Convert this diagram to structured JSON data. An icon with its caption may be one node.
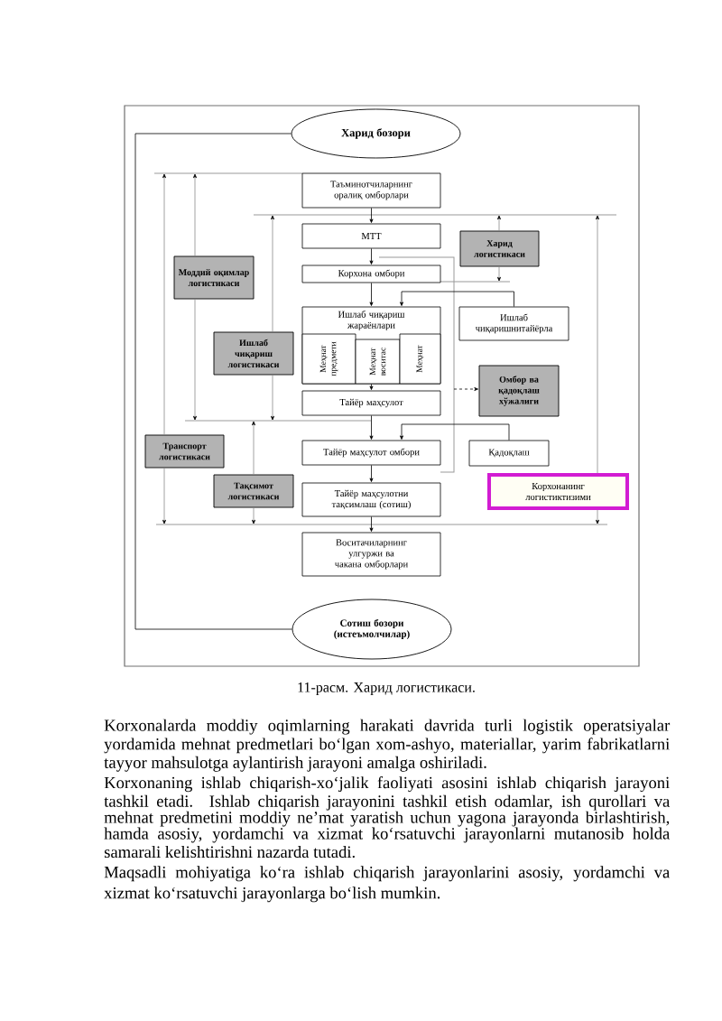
{
  "diagram": {
    "caption": "11-расм. Харид логистикаси.",
    "nodes": [
      {
        "text": [
          "Харид бозори"
        ]
      },
      {
        "text": [
          "Таъминотчиларнинг оралиқ омборлари"
        ]
      },
      {
        "text": [
          "МТТ"
        ]
      },
      {
        "text": [
          "Харид логистикаси"
        ]
      },
      {
        "text": [
          "Моддий оқимлар логистикаси"
        ]
      },
      {
        "text": [
          "Корхона омбори"
        ]
      },
      {
        "text": [
          "Ишлаб чиқариш жараёнлари"
        ]
      },
      {
        "text": [
          "Меҳнат предмети"
        ],
        "in": 6
      },
      {
        "text": [
          "Меҳнат воситас"
        ],
        "in": 6
      },
      {
        "text": [
          "Меҳнат"
        ],
        "in": 6
      },
      {
        "text": [
          "Ишлаб чиқаришнитайёрла"
        ]
      },
      {
        "text": [
          "Ишлаб чиқариш логистикаси"
        ]
      },
      {
        "text": [
          "Омбор ва қадоқлаш хўжалиги"
        ]
      },
      {
        "text": [
          "Тайёр маҳсулот"
        ]
      },
      {
        "text": [
          "Транспорт логистикаси"
        ]
      },
      {
        "text": [
          "Тайёр маҳсулот омбори"
        ]
      },
      {
        "text": [
          "Қадоқлаш"
        ]
      },
      {
        "text": [
          "Тақсимот логистикаси"
        ]
      },
      {
        "text": [
          "Тайёр маҳсулотни тақсимлаш (сотиш)"
        ]
      },
      {
        "text": [
          "Корхонанинг логистиктизими"
        ]
      },
      {
        "text": [
          "Воситачиларнинг улгуржи ва чакана омборлари"
        ]
      },
      {
        "text": [
          "Сотиш бозори (истеъмолчилар)"
        ]
      }
    ],
    "edges": [
      {
        "from": 0,
        "to": 21,
        "arrow": "none",
        "color": "#000000"
      },
      {
        "from": 1,
        "to": 2,
        "arrow": "to",
        "color": "#000000"
      },
      {
        "from": 2,
        "to": 5,
        "arrow": "to",
        "color": "#000000"
      },
      {
        "from": 5,
        "to": 6,
        "arrow": "to",
        "color": "#000000"
      },
      {
        "from": 10,
        "to": 6,
        "arrow": "to",
        "color": "#000000"
      },
      {
        "from": 6,
        "to": 13,
        "arrow": "to",
        "color": "#000000"
      },
      {
        "from": 13,
        "to": 15,
        "arrow": "to",
        "color": "#000000"
      },
      {
        "from": 16,
        "to": 15,
        "arrow": "to",
        "color": "#000000"
      },
      {
        "from": 15,
        "to": 18,
        "arrow": "to",
        "color": "#000000"
      },
      {
        "from": 18,
        "to": 20,
        "arrow": "to",
        "color": "#000000"
      },
      {
        "from": null,
        "to": 12,
        "arrow": "to",
        "style": "dashed",
        "color": "#000000"
      },
      {
        "from": 4,
        "to": null,
        "arrow": "to",
        "color": "#8c8c8c"
      },
      {
        "from": 4,
        "to": null,
        "arrow": "to",
        "color": "#8c8c8c"
      },
      {
        "from": 14,
        "to": null,
        "arrow": "to",
        "color": "#8c8c8c"
      },
      {
        "from": 14,
        "to": null,
        "arrow": "to",
        "color": "#8c8c8c"
      },
      {
        "from": 11,
        "to": null,
        "arrow": "to",
        "color": "#8c8c8c"
      },
      {
        "from": 11,
        "to": null,
        "arrow": "to",
        "color": "#8c8c8c"
      },
      {
        "from": 17,
        "to": null,
        "arrow": "to",
        "color": "#8c8c8c"
      },
      {
        "from": 17,
        "to": null,
        "arrow": "to",
        "color": "#8c8c8c"
      },
      {
        "from": 3,
        "to": null,
        "arrow": "to",
        "color": "#8c8c8c"
      },
      {
        "from": 3,
        "to": null,
        "arrow": "to",
        "color": "#8c8c8c"
      },
      {
        "from": 19,
        "to": null,
        "arrow": "to",
        "color": "#8c8c8c"
      },
      {
        "from": 19,
        "to": null,
        "arrow": "to",
        "color": "#8c8c8c"
      }
    ],
    "labels": [
      "Korxonalarda moddiy oqimlarning harakati davrida turli logistik operatsiyalar yordamida mehnat predmetlari bo‘lgan xom-ashyo, materiallar, yarim fabrikatlarni tayyor mahsulotga aylantirish jarayoni amalga oshiriladi.",
      "Korxonaning ishlab chiqarish-xo‘jalik faoliyati asosini ishlab chiqarish jarayoni tashkil etadi. Ishlab chiqarish jarayonini tashkil etish odamlar, ish qurollari va mehnat predmetini moddiy ne’mat yaratish uchun yagona jarayonda birlashtirish, hamda asosiy, yordamchi va xizmat ko‘rsatuvchi jarayonlarni mutanosib holda samarali kelishtirishni nazarda tutadi.",
      "Maqsadli mohiyatiga ko‘ra ishlab chiqarish jarayonlarini asosiy, yordamchi va xizmat ko‘rsatuvchi jarayonlarga bo‘lish mumkin."
    ]
  }
}
